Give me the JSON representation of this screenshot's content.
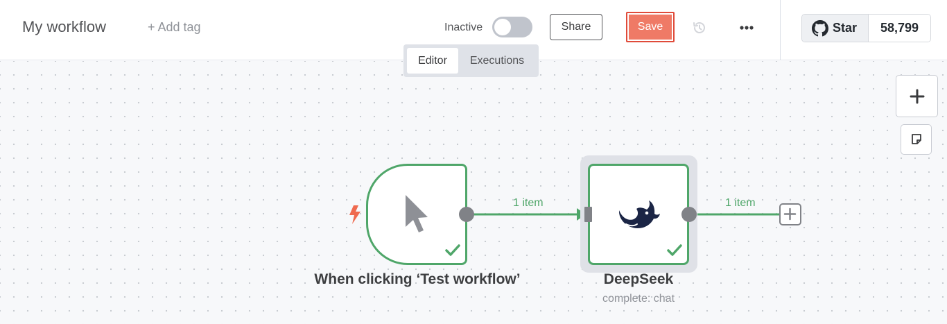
{
  "header": {
    "title": "My workflow",
    "add_tag": "+ Add tag",
    "status_label": "Inactive",
    "share_label": "Share",
    "save_label": "Save"
  },
  "github": {
    "star_label": "Star",
    "star_count": "58,799"
  },
  "tabs": [
    {
      "label": "Editor",
      "active": true
    },
    {
      "label": "Executions",
      "active": false
    }
  ],
  "nodes": {
    "trigger": {
      "label": "When clicking ‘Test workflow’"
    },
    "deepseek": {
      "label": "DeepSeek",
      "subtitle": "complete: chat"
    }
  },
  "connections": [
    {
      "label": "1 item"
    },
    {
      "label": "1 item"
    }
  ],
  "colors": {
    "success": "#4fa669",
    "save_button": "#ef7a66",
    "trigger_bolt": "#ef6a4f"
  }
}
